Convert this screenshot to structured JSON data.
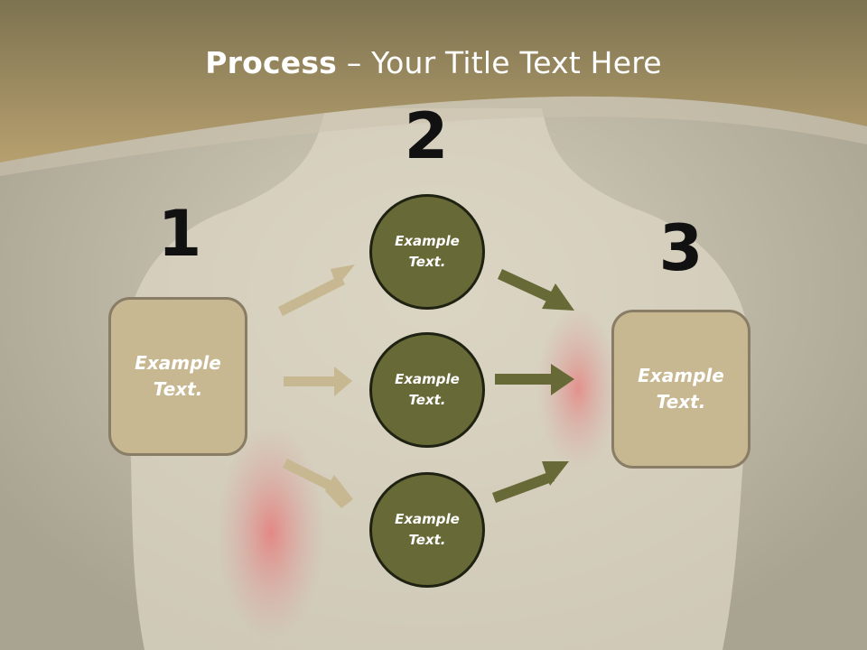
{
  "title": {
    "bold": "Process",
    "rest": " – Your Title Text Here"
  },
  "steps": {
    "one": "1",
    "two": "2",
    "three": "3"
  },
  "left_box": "Example\nText.",
  "right_box": "Example\nText.",
  "circles": [
    "Example\nText.",
    "Example\nText.",
    "Example\nText."
  ],
  "colors": {
    "header": "#a89466",
    "box_fill": "#c8b892",
    "circle_fill": "#676936",
    "arrow_light": "#c8b892",
    "arrow_dark": "#676936"
  }
}
